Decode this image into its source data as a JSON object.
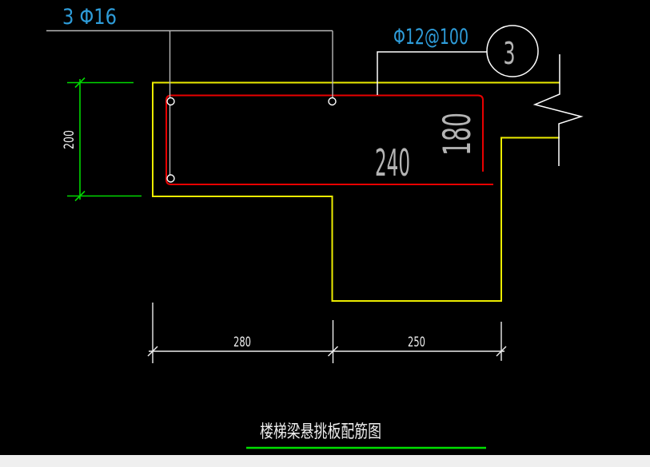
{
  "drawing": {
    "title": {
      "text": "楼梯梁悬挑板配筋图"
    },
    "annotations": {
      "top_rebar_label": "3 Φ16",
      "stirrup_label": "Φ12@100",
      "section_bubble": "3"
    },
    "dimensions": {
      "width_240": "240",
      "depth_180": "180",
      "height_200": "200",
      "span_280": "280",
      "span_250": "250"
    },
    "colors": {
      "background": "#000000",
      "concrete_outline": "#ecec00",
      "stirrup": "#e80000",
      "dimension_green": "#00d800",
      "label_blue": "#2e9cd9",
      "text_gray": "#b4b4b4",
      "text_white": "#eeeeee",
      "bottom_strip": "#efefef"
    }
  }
}
